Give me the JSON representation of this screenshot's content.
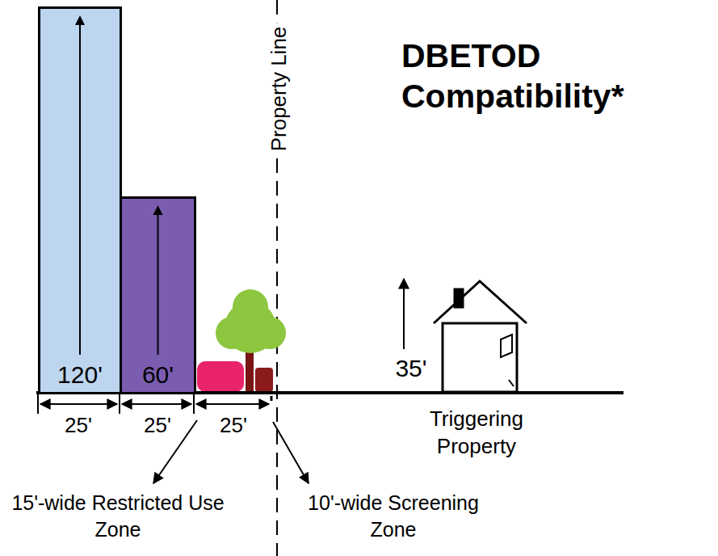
{
  "diagram": {
    "title": "DBETOD Compatibility*",
    "nodes": [
      {
        "text": [
          "120'"
        ]
      },
      {
        "text": [
          "60'"
        ]
      }
    ],
    "labels": [
      "Property Line",
      "35'",
      "25'",
      "25'",
      "25'",
      "Triggering Property",
      "15'-wide Restricted Use Zone",
      "10'-wide Screening Zone"
    ]
  }
}
